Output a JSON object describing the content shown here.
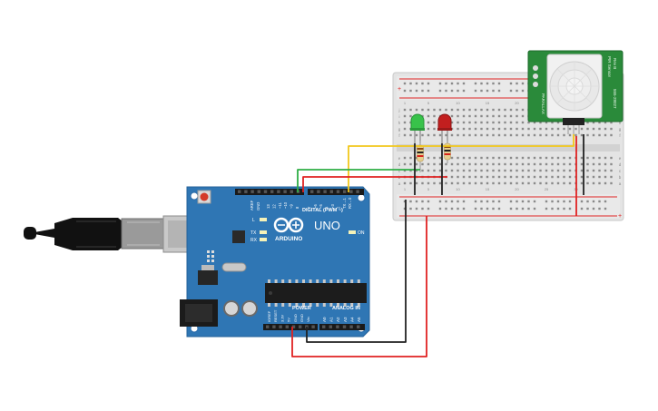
{
  "board": {
    "logo": "ARDUINO",
    "model": "UNO",
    "on_label": "ON",
    "l_label": "L",
    "tx_label": "TX",
    "rx_label": "RX",
    "digital_label": "DIGITAL (PWM ~)",
    "power_label": "POWER",
    "analog_label": "ANALOG IN",
    "aref_label": "AREF",
    "gnd_label": "GND",
    "digital_pins": [
      "13",
      "12",
      "~11",
      "~10",
      "~9",
      "8",
      "7",
      "~6",
      "~5",
      "4",
      "~3",
      "2",
      "TX→1",
      "RX←0"
    ],
    "power_pins": [
      "IOREF",
      "RESET",
      "3.3V",
      "5V",
      "GND",
      "GND",
      "Vin"
    ],
    "analog_pins": [
      "A0",
      "A1",
      "A2",
      "A3",
      "A4",
      "A5"
    ]
  },
  "sensor": {
    "name": "PIR Sensor",
    "rev": "Rev B",
    "part": "555-28027",
    "brand": "PARALLAX"
  },
  "breadboard": {
    "rail_plus": "+",
    "rail_minus": "−",
    "row_letters_top": [
      "j",
      "i",
      "h",
      "g",
      "f"
    ],
    "row_letters_bottom": [
      "e",
      "d",
      "c",
      "b",
      "a"
    ],
    "column_numbers": [
      "1",
      "5",
      "10",
      "15",
      "20",
      "25",
      "30"
    ]
  },
  "colors": {
    "board_blue": "#2f76b4",
    "wire_red": "#e02222",
    "wire_black": "#222222",
    "wire_yellow": "#f2c81b",
    "wire_green": "#2eae45",
    "sensor_green": "#2a8a3a",
    "led_green": "#38c24a",
    "led_red": "#c21f1f"
  }
}
